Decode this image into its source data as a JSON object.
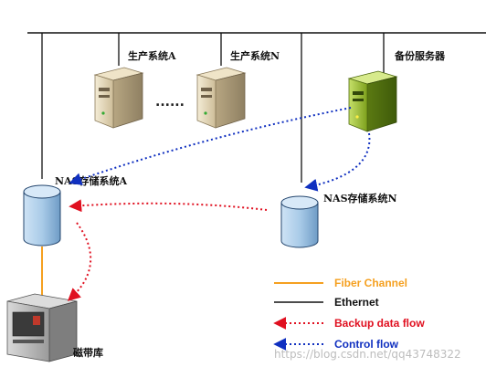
{
  "nodes": {
    "prod_a": "生产系统A",
    "prod_n": "生产系统N",
    "ellipsis": "......",
    "backup_server": "备份服务器",
    "nas_a": "NAS存储系统A",
    "nas_n": "NAS存储系统N",
    "tape_library": "磁带库"
  },
  "legend": [
    {
      "id": "fiber",
      "label": "Fiber Channel",
      "color": "#f5a020",
      "style": "solid"
    },
    {
      "id": "ethernet",
      "label": "Ethernet",
      "color": "#111111",
      "style": "solid"
    },
    {
      "id": "backup",
      "label": "Backup data flow",
      "color": "#e01020",
      "style": "dotted-arrow"
    },
    {
      "id": "control",
      "label": "Control flow",
      "color": "#1030c0",
      "style": "dotted-arrow"
    }
  ],
  "colors": {
    "server_body": "#e8dcc0",
    "backup_server_body": "#8db62a",
    "storage_fill": "#a9cbe8",
    "fiber": "#f5a020",
    "backup_flow": "#e01020",
    "control_flow": "#1030c0"
  },
  "watermark": "https://blog.csdn.net/qq43748322"
}
